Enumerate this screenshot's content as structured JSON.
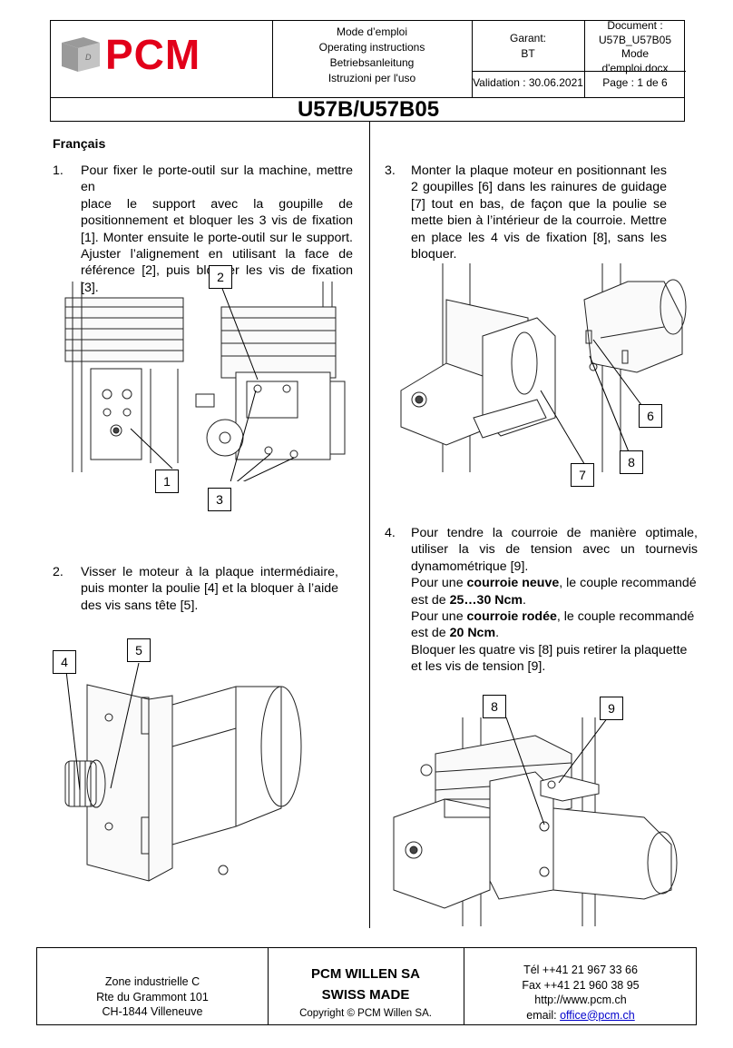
{
  "header": {
    "logo_text": "PCM",
    "modes": [
      "Mode d’emploi",
      "Operating instructions",
      "Betriebsanleitung",
      "Istruzioni per l'uso"
    ],
    "garant_label": "Garant:",
    "garant_value": "BT",
    "document_lines": [
      "Document :",
      "U57B_U57B05",
      "Mode",
      "d'emploi.docx"
    ],
    "validation": "Validation : 30.06.2021",
    "page": "Page : 1 de  6",
    "title": "U57B/U57B05"
  },
  "content": {
    "language": "Français",
    "steps": [
      {
        "num": "1.",
        "lines": [
          "Pour fixer le porte-outil sur la machine, mettre en",
          "place le support avec la goupille de",
          "positionnement et bloquer les 3 vis de fixation",
          "[1]. Monter ensuite le porte-outil sur le support.",
          "Ajuster l’alignement en utilisant la face de",
          "référence [2], puis bloquer les vis de fixation [3]."
        ]
      },
      {
        "num": "2.",
        "lines": [
          "Visser le moteur à la plaque intermédiaire,",
          "puis monter la poulie [4] et la bloquer à l’aide",
          "des vis sans tête [5]."
        ]
      },
      {
        "num": "3.",
        "lines": [
          "Monter la plaque moteur en positionnant les",
          "2 goupilles [6] dans les rainures de guidage",
          "[7] tout en bas, de façon que la poulie se",
          "mette bien à l’intérieur de la courroie. Mettre",
          "en place les 4 vis de fixation [8], sans les",
          "bloquer."
        ]
      },
      {
        "num": "4.",
        "lines_a": [
          "Pour tendre la courroie de manière optimale,",
          "utiliser la vis de tension avec un tournevis",
          "dynamométrique [9]."
        ],
        "p1_pre": "Pour une ",
        "p1_bold": "courroie neuve",
        "p1_post": ", le couple recommandé",
        "p1_l2_pre": "est de ",
        "p1_l2_bold": "25…30 Ncm",
        "p1_l2_post": ".",
        "p2_pre": "Pour une ",
        "p2_bold": "courroie rodée",
        "p2_post": ", le couple recommandé",
        "p2_l2_pre": "est de ",
        "p2_l2_bold": "20 Ncm",
        "p2_l2_post": ".",
        "lines_b": [
          "Bloquer les quatre vis [8] puis retirer la plaquette",
          "et les vis de tension [9]."
        ]
      }
    ],
    "callouts": {
      "c1": "1",
      "c2": "2",
      "c3": "3",
      "c4": "4",
      "c5": "5",
      "c6": "6",
      "c7": "7",
      "c8a": "8",
      "c8b": "8",
      "c9": "9"
    }
  },
  "footer": {
    "address": [
      "Zone industrielle C",
      "Rte du Grammont 101",
      "CH-1844 Villeneuve"
    ],
    "company": "PCM WILLEN SA",
    "swiss": "SWISS MADE",
    "copyright": "Copyright © PCM Willen SA.",
    "tel": "Tél ++41 21 967 33 66",
    "fax": "Fax ++41 21 960 38 95",
    "web": "http://www.pcm.ch",
    "email_label": "email: ",
    "email": "office@pcm.ch"
  }
}
